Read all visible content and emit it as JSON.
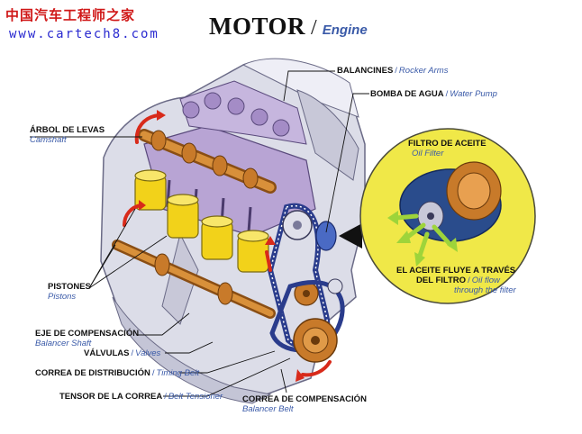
{
  "watermark": {
    "site_cn": "中国汽车工程师之家",
    "site_url": "www.cartech8.com"
  },
  "title": {
    "main": "MOTOR",
    "separator": "/",
    "sub": "Engine"
  },
  "labels": {
    "balancines": {
      "es": "BALANCINES",
      "en": "Rocker Arms"
    },
    "bomba": {
      "es": "BOMBA DE AGUA",
      "en": "Water Pump"
    },
    "arbol": {
      "es": "ÁRBOL DE LEVAS",
      "en": "Camshaft"
    },
    "filtro": {
      "es": "FILTRO DE ACEITE",
      "en": "Oil Filter"
    },
    "pistones": {
      "es": "PISTONES",
      "en": "Pistons"
    },
    "aceite_es1": "EL ACEITE FLUYE A TRAVÉS",
    "aceite_es2": "DEL FILTRO",
    "aceite_en1": "Oil flow",
    "aceite_en2": "through the filter",
    "eje": {
      "es": "EJE DE COMPENSACIÓN",
      "en": "Balancer Shaft"
    },
    "valvulas": {
      "es": "VÁLVULAS",
      "en": "Valves"
    },
    "correa_dist": {
      "es": "CORREA DE DISTRIBUCIÓN",
      "en": "Timing Belt"
    },
    "tensor": {
      "es": "TENSOR DE LA CORREA",
      "en": "Belt Tensioner"
    },
    "correa_comp": {
      "es": "CORREA DE COMPENSACIÓN",
      "en": "Balancer Belt"
    }
  },
  "colors": {
    "block": "#dcdde8",
    "head": "#a894c4",
    "piston": "#f2d21a",
    "bronze": "#c87a2a",
    "belt": "#2a3c8c",
    "flow": "#9ed43a",
    "arrow": "#d82a1a",
    "zoom": "#f0e848"
  }
}
